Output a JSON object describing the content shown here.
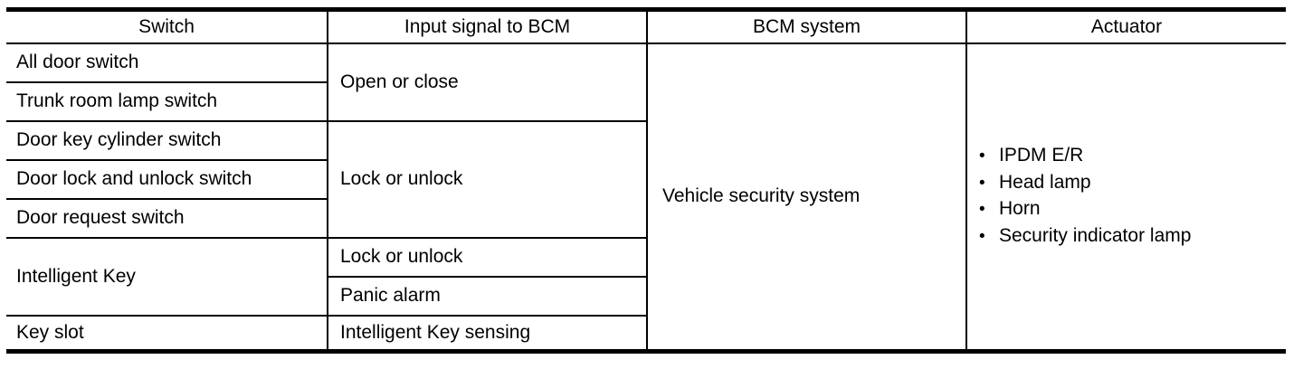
{
  "colors": {
    "ink": "#000000",
    "background": "#ffffff"
  },
  "table": {
    "headers": {
      "switch": "Switch",
      "input_signal": "Input signal to BCM",
      "bcm_system": "BCM system",
      "actuator": "Actuator"
    },
    "switches": [
      "All door switch",
      "Trunk room lamp switch",
      "Door key cylinder switch",
      "Door lock and unlock switch",
      "Door request switch",
      "Intelligent Key",
      "Key slot"
    ],
    "signals": {
      "open_or_close": "Open or close",
      "lock_or_unlock_doors": "Lock or unlock",
      "lock_or_unlock_intelligent_key": "Lock or unlock",
      "panic_alarm": "Panic alarm",
      "intelligent_key_sensing": "Intelligent Key sensing"
    },
    "bcm_system": "Vehicle security system",
    "actuators": [
      "IPDM E/R",
      "Head lamp",
      "Horn",
      "Security indicator lamp"
    ],
    "bullet_glyph": "•"
  }
}
